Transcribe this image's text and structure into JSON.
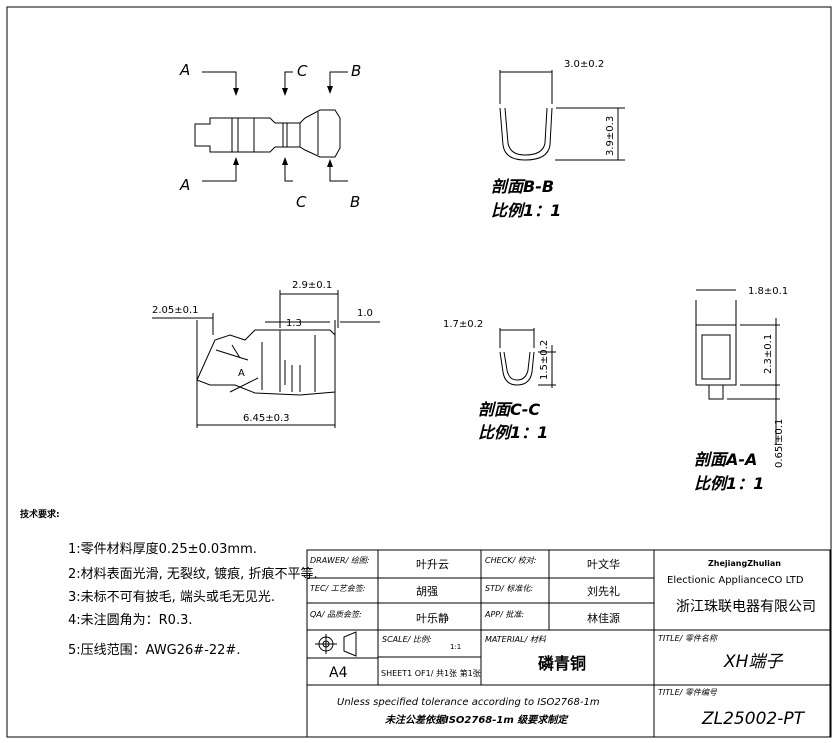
{
  "view_labels": {
    "a_top": "A",
    "a_bottom": "A",
    "c_top": "C",
    "c_bottom": "C",
    "b_top": "B",
    "b_bottom": "B"
  },
  "dimensions": {
    "bb_width": "3.0±0.2",
    "bb_height": "3.9±0.3",
    "side_top": "2.9±0.1",
    "side_left": "2.05±0.1",
    "side_mid": "1.3",
    "side_right": "1.0",
    "side_total": "6.45±0.3",
    "cc_width": "1.7±0.2",
    "cc_height": "1.5±0.2",
    "aa_width": "1.8±0.1",
    "aa_height": "2.3±0.1",
    "aa_small": "0.65l±0.1"
  },
  "sections": {
    "bb_title": "剖面B-B",
    "bb_scale": "比例1：1",
    "cc_title": "剖面C-C",
    "cc_scale": "比例1：1",
    "aa_title": "剖面A-A",
    "aa_scale": "比例1：1"
  },
  "notes": {
    "header": "技术要求:",
    "items": [
      "1:零件材料厚度0.25±0.03mm.",
      "2:材料表面光滑, 无裂纹, 镀痕, 折痕不平等.",
      "3:未标不可有披毛, 端头或毛无见光.",
      "4:未注圆角为：R0.3.",
      "5:压线范围：AWG26#-22#."
    ]
  },
  "title_block": {
    "drawer_label": "DRAWER/ 绘图:",
    "drawer_value": "叶升云",
    "check_label": "CHECK/ 校对:",
    "check_value": "叶文华",
    "tec_label": "TEC/ 工艺会签:",
    "tec_value": "胡强",
    "std_label": "STD/ 标准化:",
    "std_value": "刘先礼",
    "qa_label": "QA/ 品质会签:",
    "qa_value": "叶乐静",
    "app_label": "APP/ 批准:",
    "app_value": "林佳源",
    "company_en_1": "ZhejiangZhulian",
    "company_en_2": "Electionic ApplianceCO LTD",
    "company_cn": "浙江珠联电器有限公司",
    "scale_label": "SCALE/ 比例:",
    "scale_value": "1:1",
    "material_label": "MATERIAL/ 材料",
    "material_value": "磷青铜",
    "title_label": "TITLE/ 零件名称",
    "title_value": "XH端子",
    "size": "A4",
    "sheet": "SHEET1 OF1/ 共1张 第1张",
    "tolerance_en": "Unless specified tolerance according to ISO2768-1m",
    "tolerance_cn": "未注公差依据ISO2768-1m 级要求制定",
    "partno_label": "TITLE/ 零件编号",
    "partno_value": "ZL25002-PT"
  }
}
